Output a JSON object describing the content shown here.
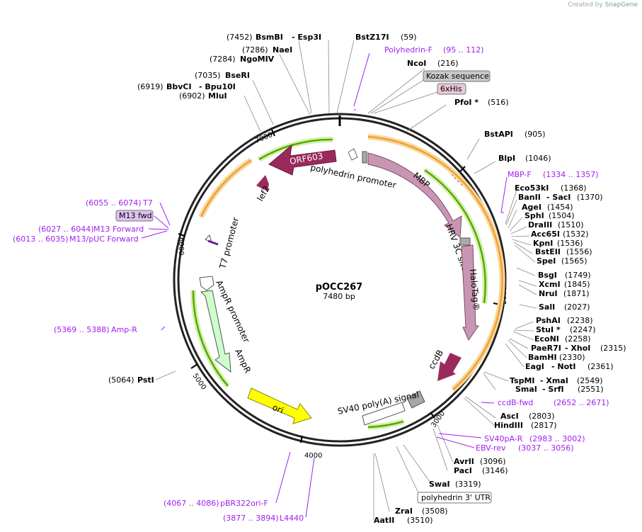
{
  "credit": {
    "prefix": "Created by",
    "brand": "SnapGene"
  },
  "plasmid": {
    "name": "pOCC267",
    "size": "7480 bp"
  },
  "ticks": [
    "1000",
    "2000",
    "3000",
    "4000",
    "5000",
    "6000",
    "7000"
  ],
  "features": {
    "orf603": "ORF603",
    "lef2": "lef2",
    "polyhedrin_promoter": "polyhedrin promoter",
    "mbp": "MBP",
    "hrv3c": "HRV 3C site",
    "halotag": "HaloTag®",
    "ccdb": "ccdB",
    "sv40": "SV40 poly(A) signal",
    "ori": "ori",
    "ampr": "AmpR",
    "ampr_promoter": "AmpR promoter",
    "t7_promoter": "T7 promoter"
  },
  "labels": {
    "bsmbi_pos": "(7452)",
    "bsmbi_name": "BsmBI",
    "esp3i": "Esp3I",
    "bstz17i": "BstZ17I",
    "bstz17i_pos": "(59)",
    "naei_pos": "(7286)",
    "naei": "NaeI",
    "ngomiv_pos": "(7284)",
    "ngomiv": "NgoMIV",
    "bseri_pos": "(7035)",
    "bseri": "BseRI",
    "bbvci_pos": "(6919)",
    "bbvci": "BbvCI",
    "bpu10i": "Bpu10I",
    "mlui_pos": "(6902)",
    "mlui": "MluI",
    "polyhF": "Polyhedrin-F",
    "polyhF_pos": "(95 .. 112)",
    "ncoi": "NcoI",
    "ncoi_pos": "(216)",
    "kozak": "Kozak sequence",
    "his": "6xHis",
    "pfoi": "PfoI *",
    "pfoi_pos": "(516)",
    "bstapi": "BstAPI",
    "bstapi_pos": "(905)",
    "blpi": "BlpI",
    "blpi_pos": "(1046)",
    "mbpf": "MBP-F",
    "mbpf_pos": "(1334 .. 1357)",
    "eco53ki": "Eco53kI",
    "eco53ki_pos": "(1368)",
    "banii": "BanII",
    "saci": "SacI",
    "banii_pos": "(1370)",
    "agei": "AgeI",
    "agei_pos": "(1454)",
    "sphi": "SphI",
    "sphi_pos": "(1504)",
    "draiii": "DraIII",
    "draiii_pos": "(1510)",
    "acc65i": "Acc65I",
    "acc65i_pos": "(1532)",
    "kpni": "KpnI",
    "kpni_pos": "(1536)",
    "bsteii": "BstEII",
    "bsteii_pos": "(1556)",
    "spei": "SpeI",
    "spei_pos": "(1565)",
    "bsgi": "BsgI",
    "bsgi_pos": "(1749)",
    "xcmi": "XcmI",
    "xcmi_pos": "(1845)",
    "nrui": "NruI",
    "nrui_pos": "(1871)",
    "sali": "SalI",
    "sali_pos": "(2027)",
    "pshai": "PshAI",
    "pshai_pos": "(2238)",
    "stui": "StuI *",
    "stui_pos": "(2247)",
    "econi": "EcoNI",
    "econi_pos": "(2258)",
    "paer7i": "PaeR7I",
    "xhoi": "XhoI",
    "paer7i_pos": "(2315)",
    "bamhi": "BamHI",
    "bamhi_pos": "(2330)",
    "eagi": "EagI",
    "noti": "NotI",
    "eagi_pos": "(2361)",
    "tspmi": "TspMI",
    "xmai": "XmaI",
    "tspmi_pos": "(2549)",
    "smai": "SmaI",
    "srfi": "SrfI",
    "smai_pos": "(2551)",
    "ccdbfwd": "ccdB-fwd",
    "ccdbfwd_pos": "(2652 .. 2671)",
    "asci": "AscI",
    "asci_pos": "(2803)",
    "hindiii": "HindIII",
    "hindiii_pos": "(2817)",
    "sv40par": "SV40pA-R",
    "sv40par_pos": "(2983 .. 3002)",
    "ebvrev": "EBV-rev",
    "ebvrev_pos": "(3037 .. 3056)",
    "avrii": "AvrII",
    "avrii_pos": "(3096)",
    "paci": "PacI",
    "paci_pos": "(3146)",
    "swai": "SwaI",
    "swai_pos": "(3319)",
    "ph3utr": "polyhedrin 3' UTR",
    "zrai": "ZraI",
    "zrai_pos": "(3508)",
    "aatii": "AatII",
    "aatii_pos": "(3510)",
    "t7_pos": "(6055 .. 6074)",
    "t7": "T7",
    "m13fwd_box": "M13 fwd",
    "m13forward_pos": "(6027 .. 6044)",
    "m13forward": "M13 Forward",
    "m13puc_pos": "(6013 .. 6035)",
    "m13puc": "M13/pUC Forward",
    "ampR_pos": "(5369 .. 5388)",
    "ampR": "Amp-R",
    "psti_pos": "(5064)",
    "psti": "PstI",
    "pbr_pos": "(4067 .. 4086)",
    "pbr": "pBR322ori-F",
    "l4440_pos": "(3877 .. 3894)",
    "l4440": "L4440"
  },
  "colors": {
    "primer": "#a020f0",
    "enzyme": "#000000",
    "orf": "#9b2a5c",
    "mbp": "#c896b4",
    "ccdb": "#9b2a5c",
    "ori": "#ffff00",
    "ampr": "#ccffcc",
    "arc_green": "#66cc00",
    "arc_orange": "#f0a030"
  }
}
